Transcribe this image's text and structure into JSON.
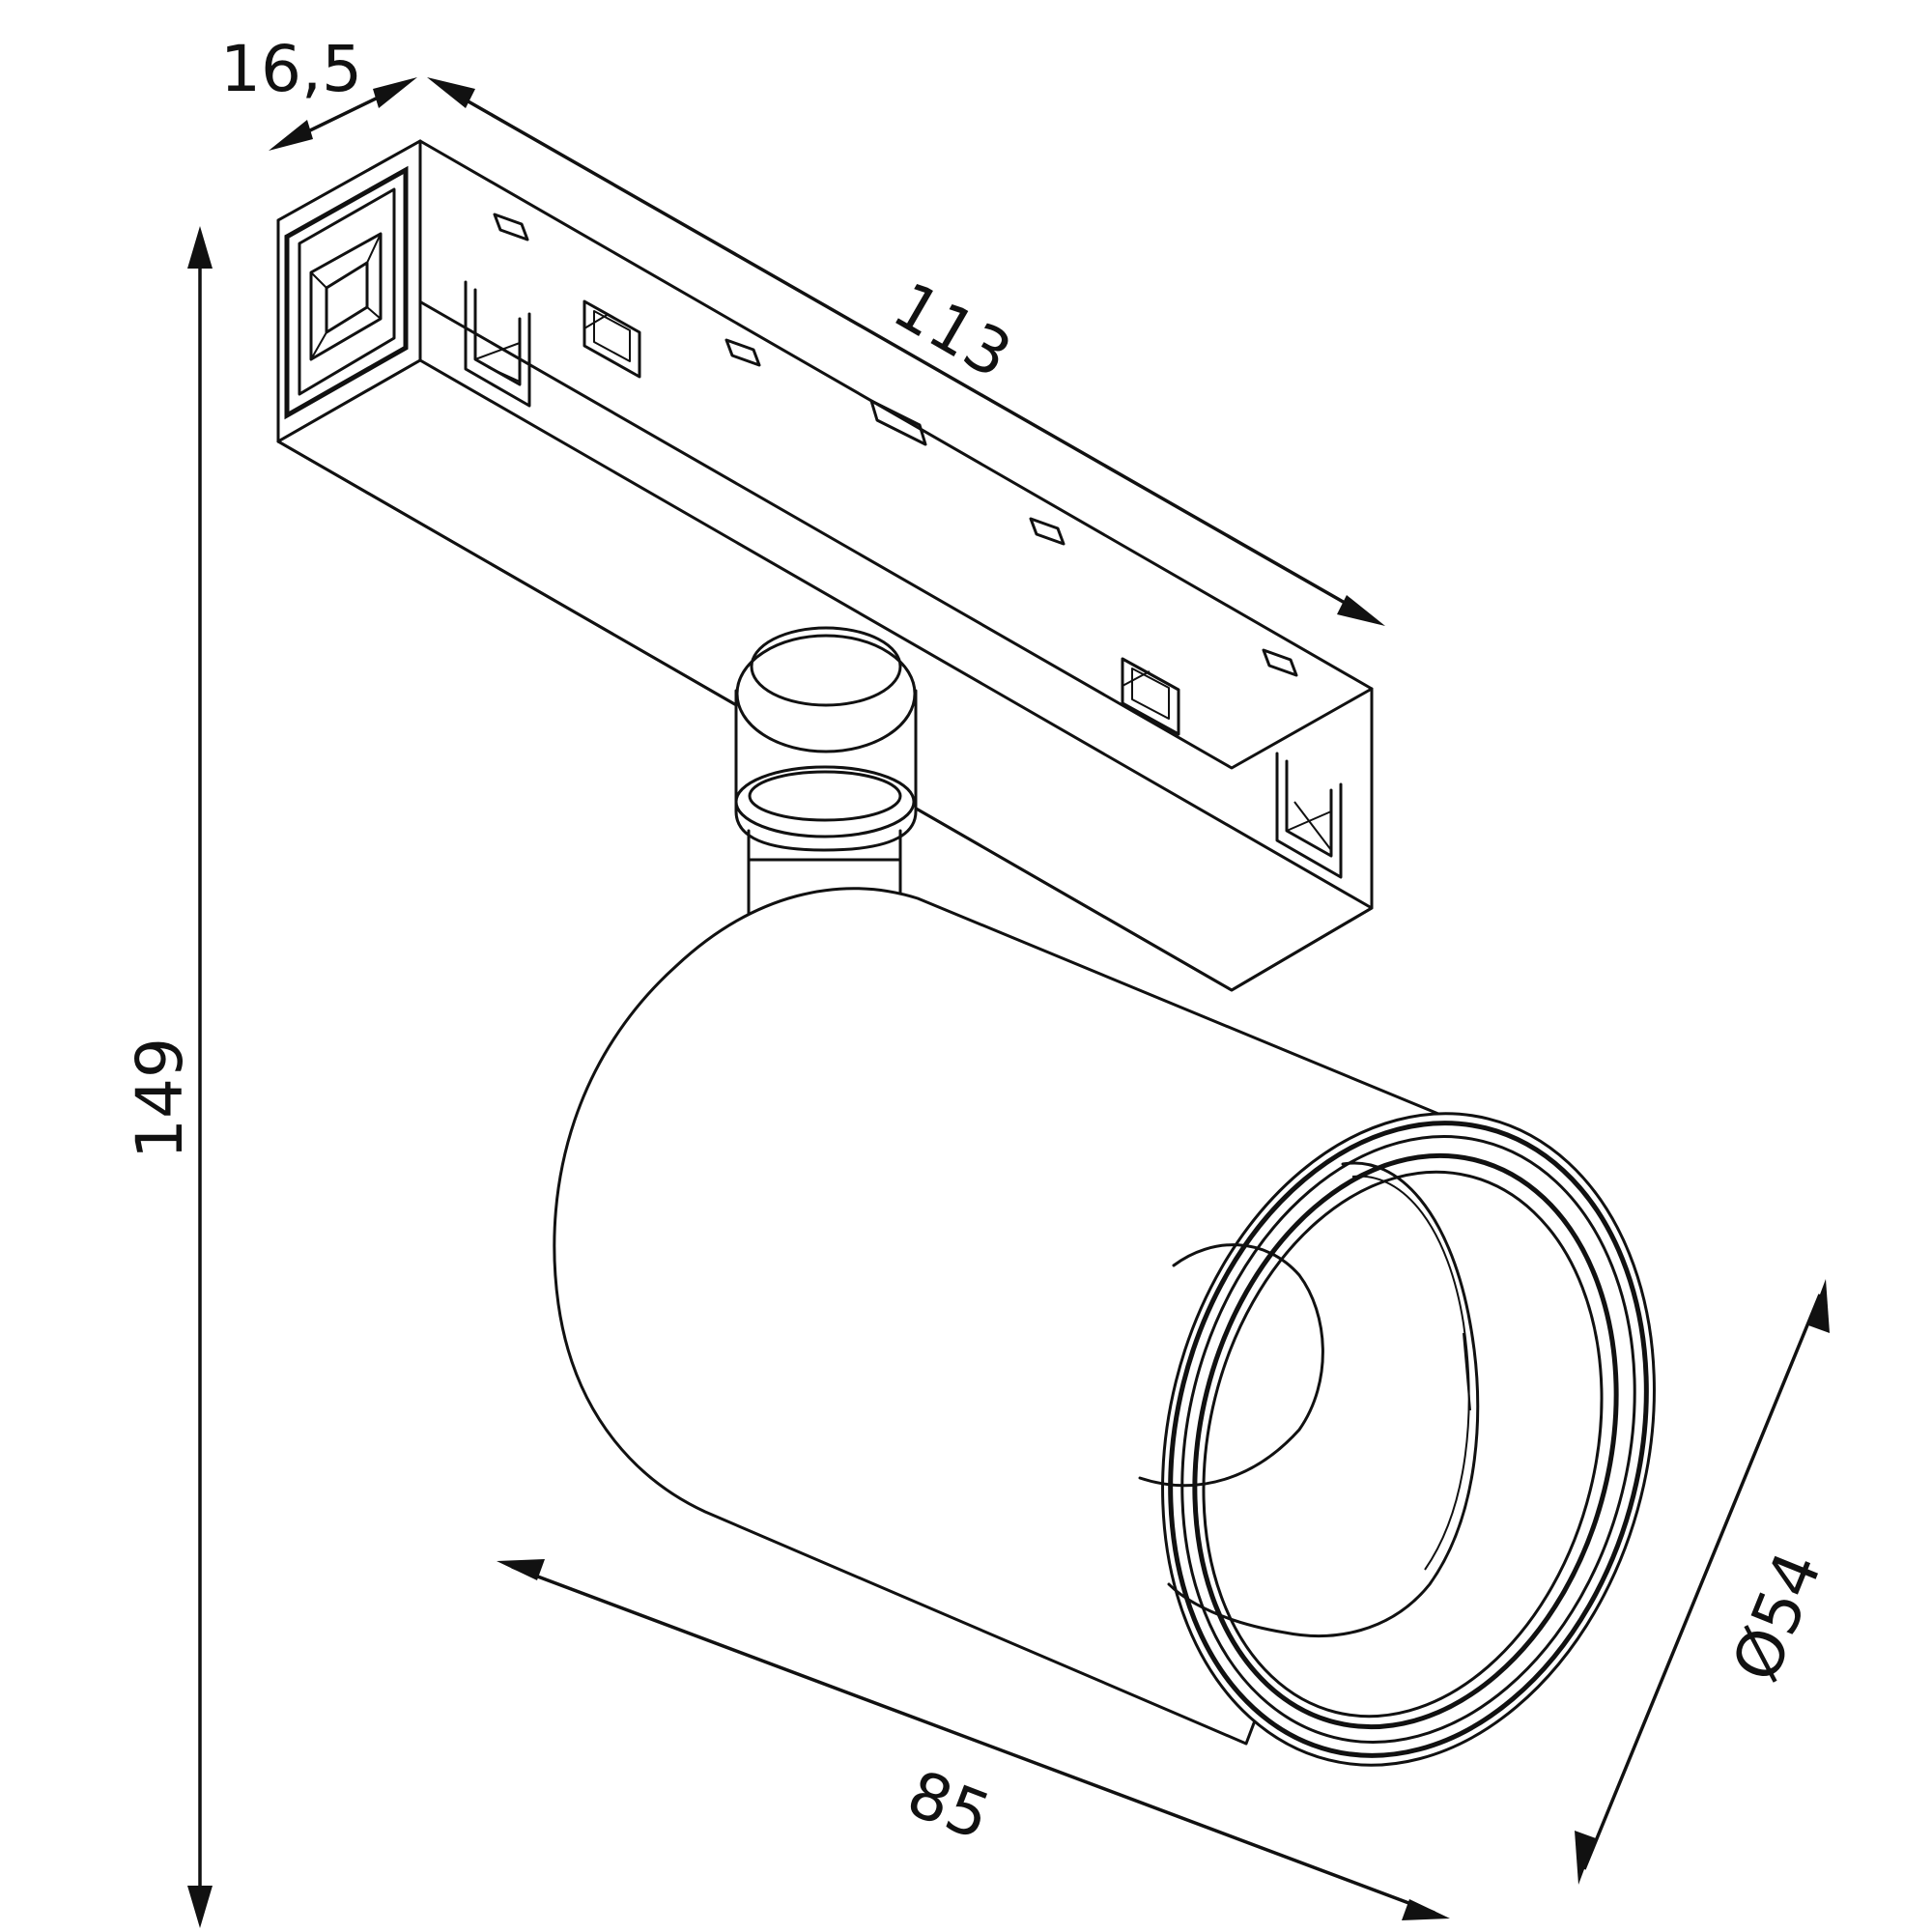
{
  "dimensions": {
    "bracket_width": "16,5",
    "track_length": "113",
    "total_height": "149",
    "head_length": "85",
    "head_diameter": "Ø54"
  }
}
